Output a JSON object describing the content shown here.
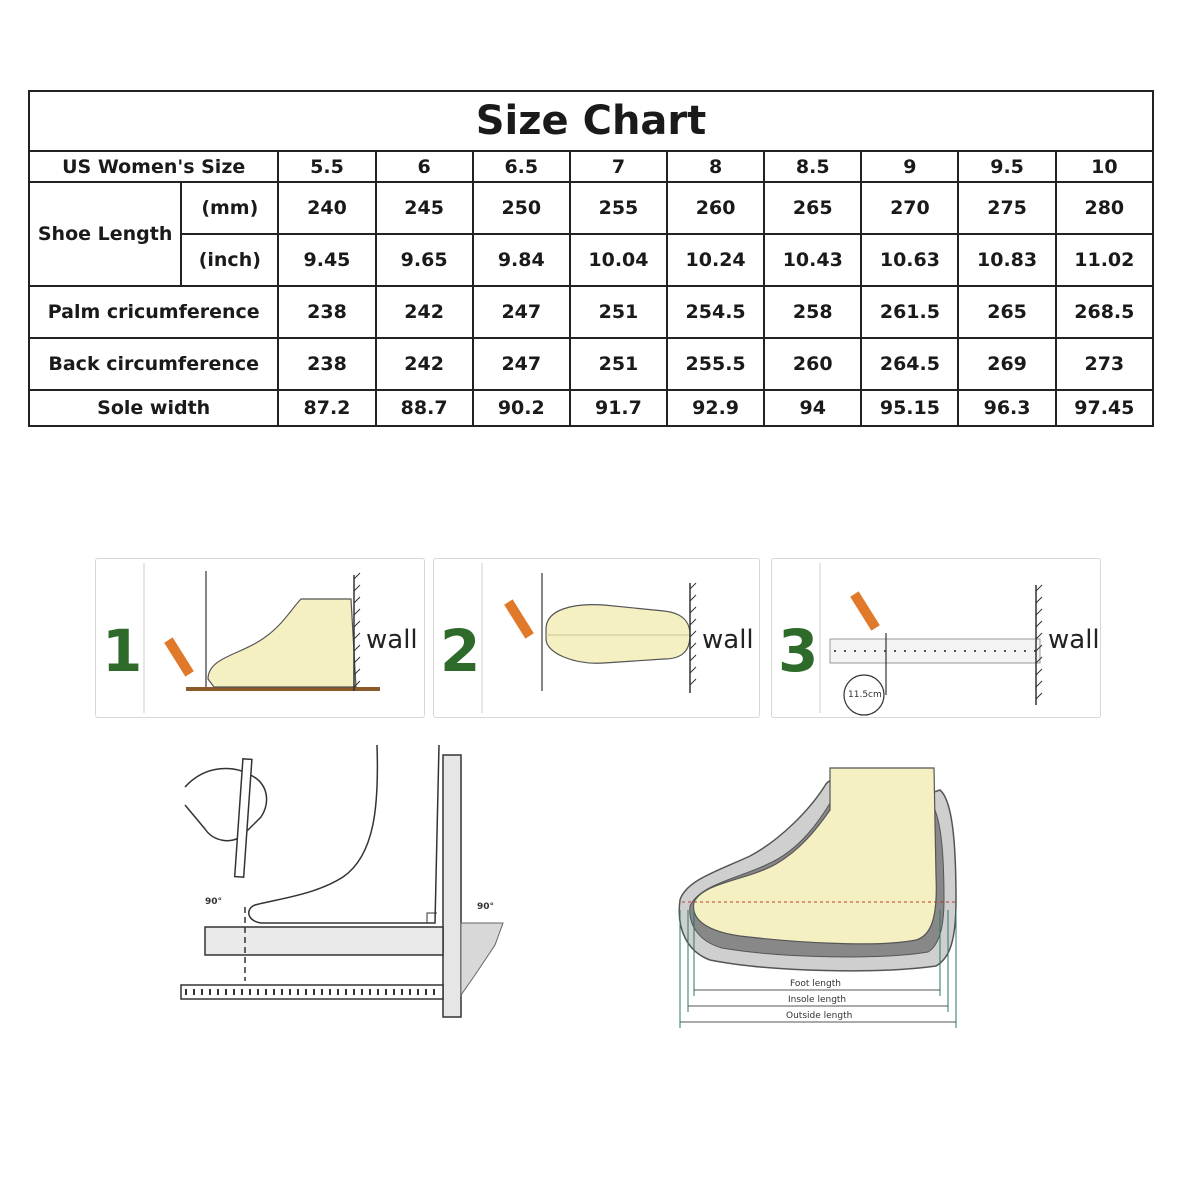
{
  "title": "Size Chart",
  "table": {
    "header_label": "US Women's Size",
    "sizes": [
      "5.5",
      "6",
      "6.5",
      "7",
      "8",
      "8.5",
      "9",
      "9.5",
      "10"
    ],
    "shoe_length_label": "Shoe Length",
    "mm_label": "(mm)",
    "inch_label": "(inch)",
    "mm": [
      "240",
      "245",
      "250",
      "255",
      "260",
      "265",
      "270",
      "275",
      "280"
    ],
    "inch": [
      "9.45",
      "9.65",
      "9.84",
      "10.04",
      "10.24",
      "10.43",
      "10.63",
      "10.83",
      "11.02"
    ],
    "palm_label": "Palm cricumference",
    "palm": [
      "238",
      "242",
      "247",
      "251",
      "254.5",
      "258",
      "261.5",
      "265",
      "268.5"
    ],
    "back_label": "Back circumference",
    "back": [
      "238",
      "242",
      "247",
      "251",
      "255.5",
      "260",
      "264.5",
      "269",
      "273"
    ],
    "sole_label": "Sole width",
    "sole": [
      "87.2",
      "88.7",
      "90.2",
      "91.7",
      "92.9",
      "94",
      "95.15",
      "96.3",
      "97.45"
    ]
  },
  "steps": [
    {
      "number": "1",
      "wall": "wall"
    },
    {
      "number": "2",
      "wall": "wall"
    },
    {
      "number": "3",
      "wall": "wall",
      "reading": "11.5cm"
    }
  ],
  "diagram_left": {
    "angle_a": "90°",
    "angle_b": "90°"
  },
  "diagram_right": {
    "foot_length": "Foot length",
    "insole_length": "Insole length",
    "outside_length": "Outside length"
  },
  "colors": {
    "step_number": "#2e6b2a",
    "foot_fill": "#f4f0c2",
    "pencil": "#e07a2a",
    "border": "#222222"
  }
}
